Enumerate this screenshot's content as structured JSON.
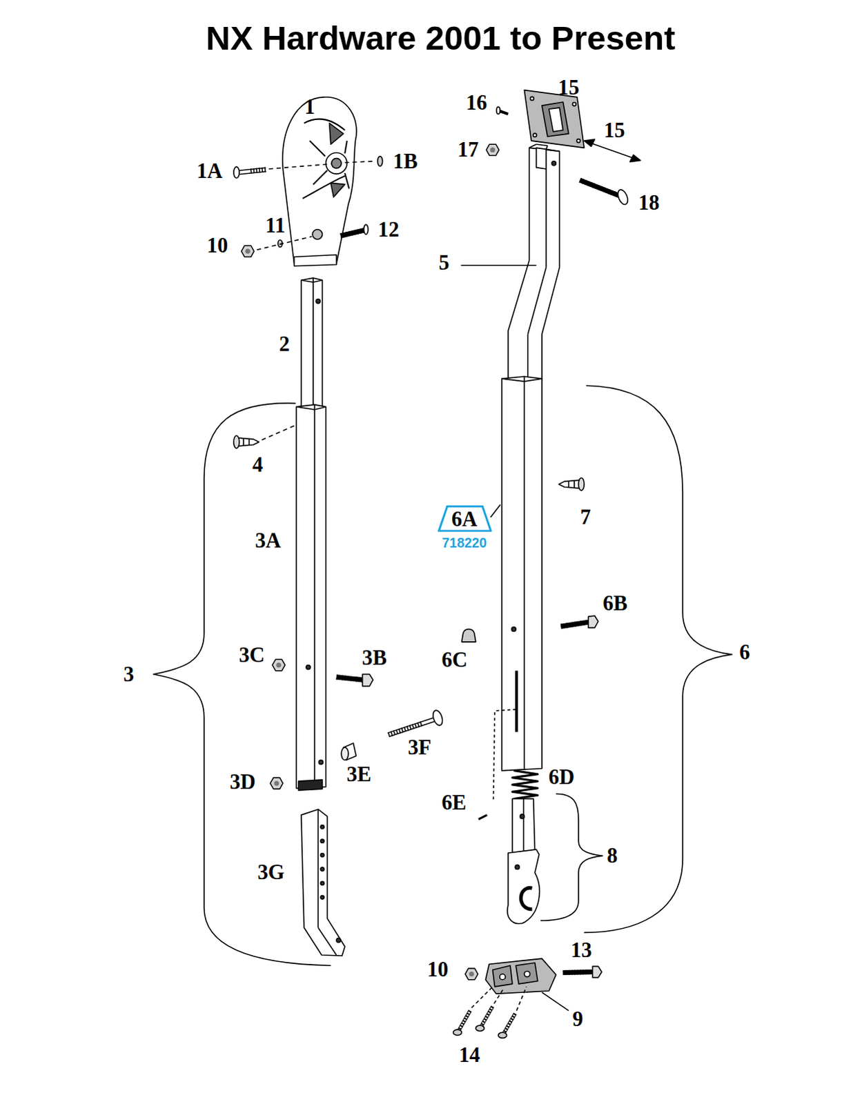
{
  "diagram": {
    "title": "NX Hardware 2001 to Present",
    "nodes": [
      {
        "text": [
          "6A",
          "718220"
        ]
      }
    ],
    "labels": [
      "1",
      "1A",
      "1B",
      "11",
      "12",
      "10",
      "2",
      "4",
      "3A",
      "3C",
      "3B",
      "3",
      "3F",
      "3D",
      "3E",
      "3G",
      "16",
      "15",
      "15",
      "17",
      "18",
      "5",
      "7",
      "6B",
      "6C",
      "6",
      "6D",
      "6E",
      "8",
      "10",
      "13",
      "9",
      "14"
    ]
  }
}
